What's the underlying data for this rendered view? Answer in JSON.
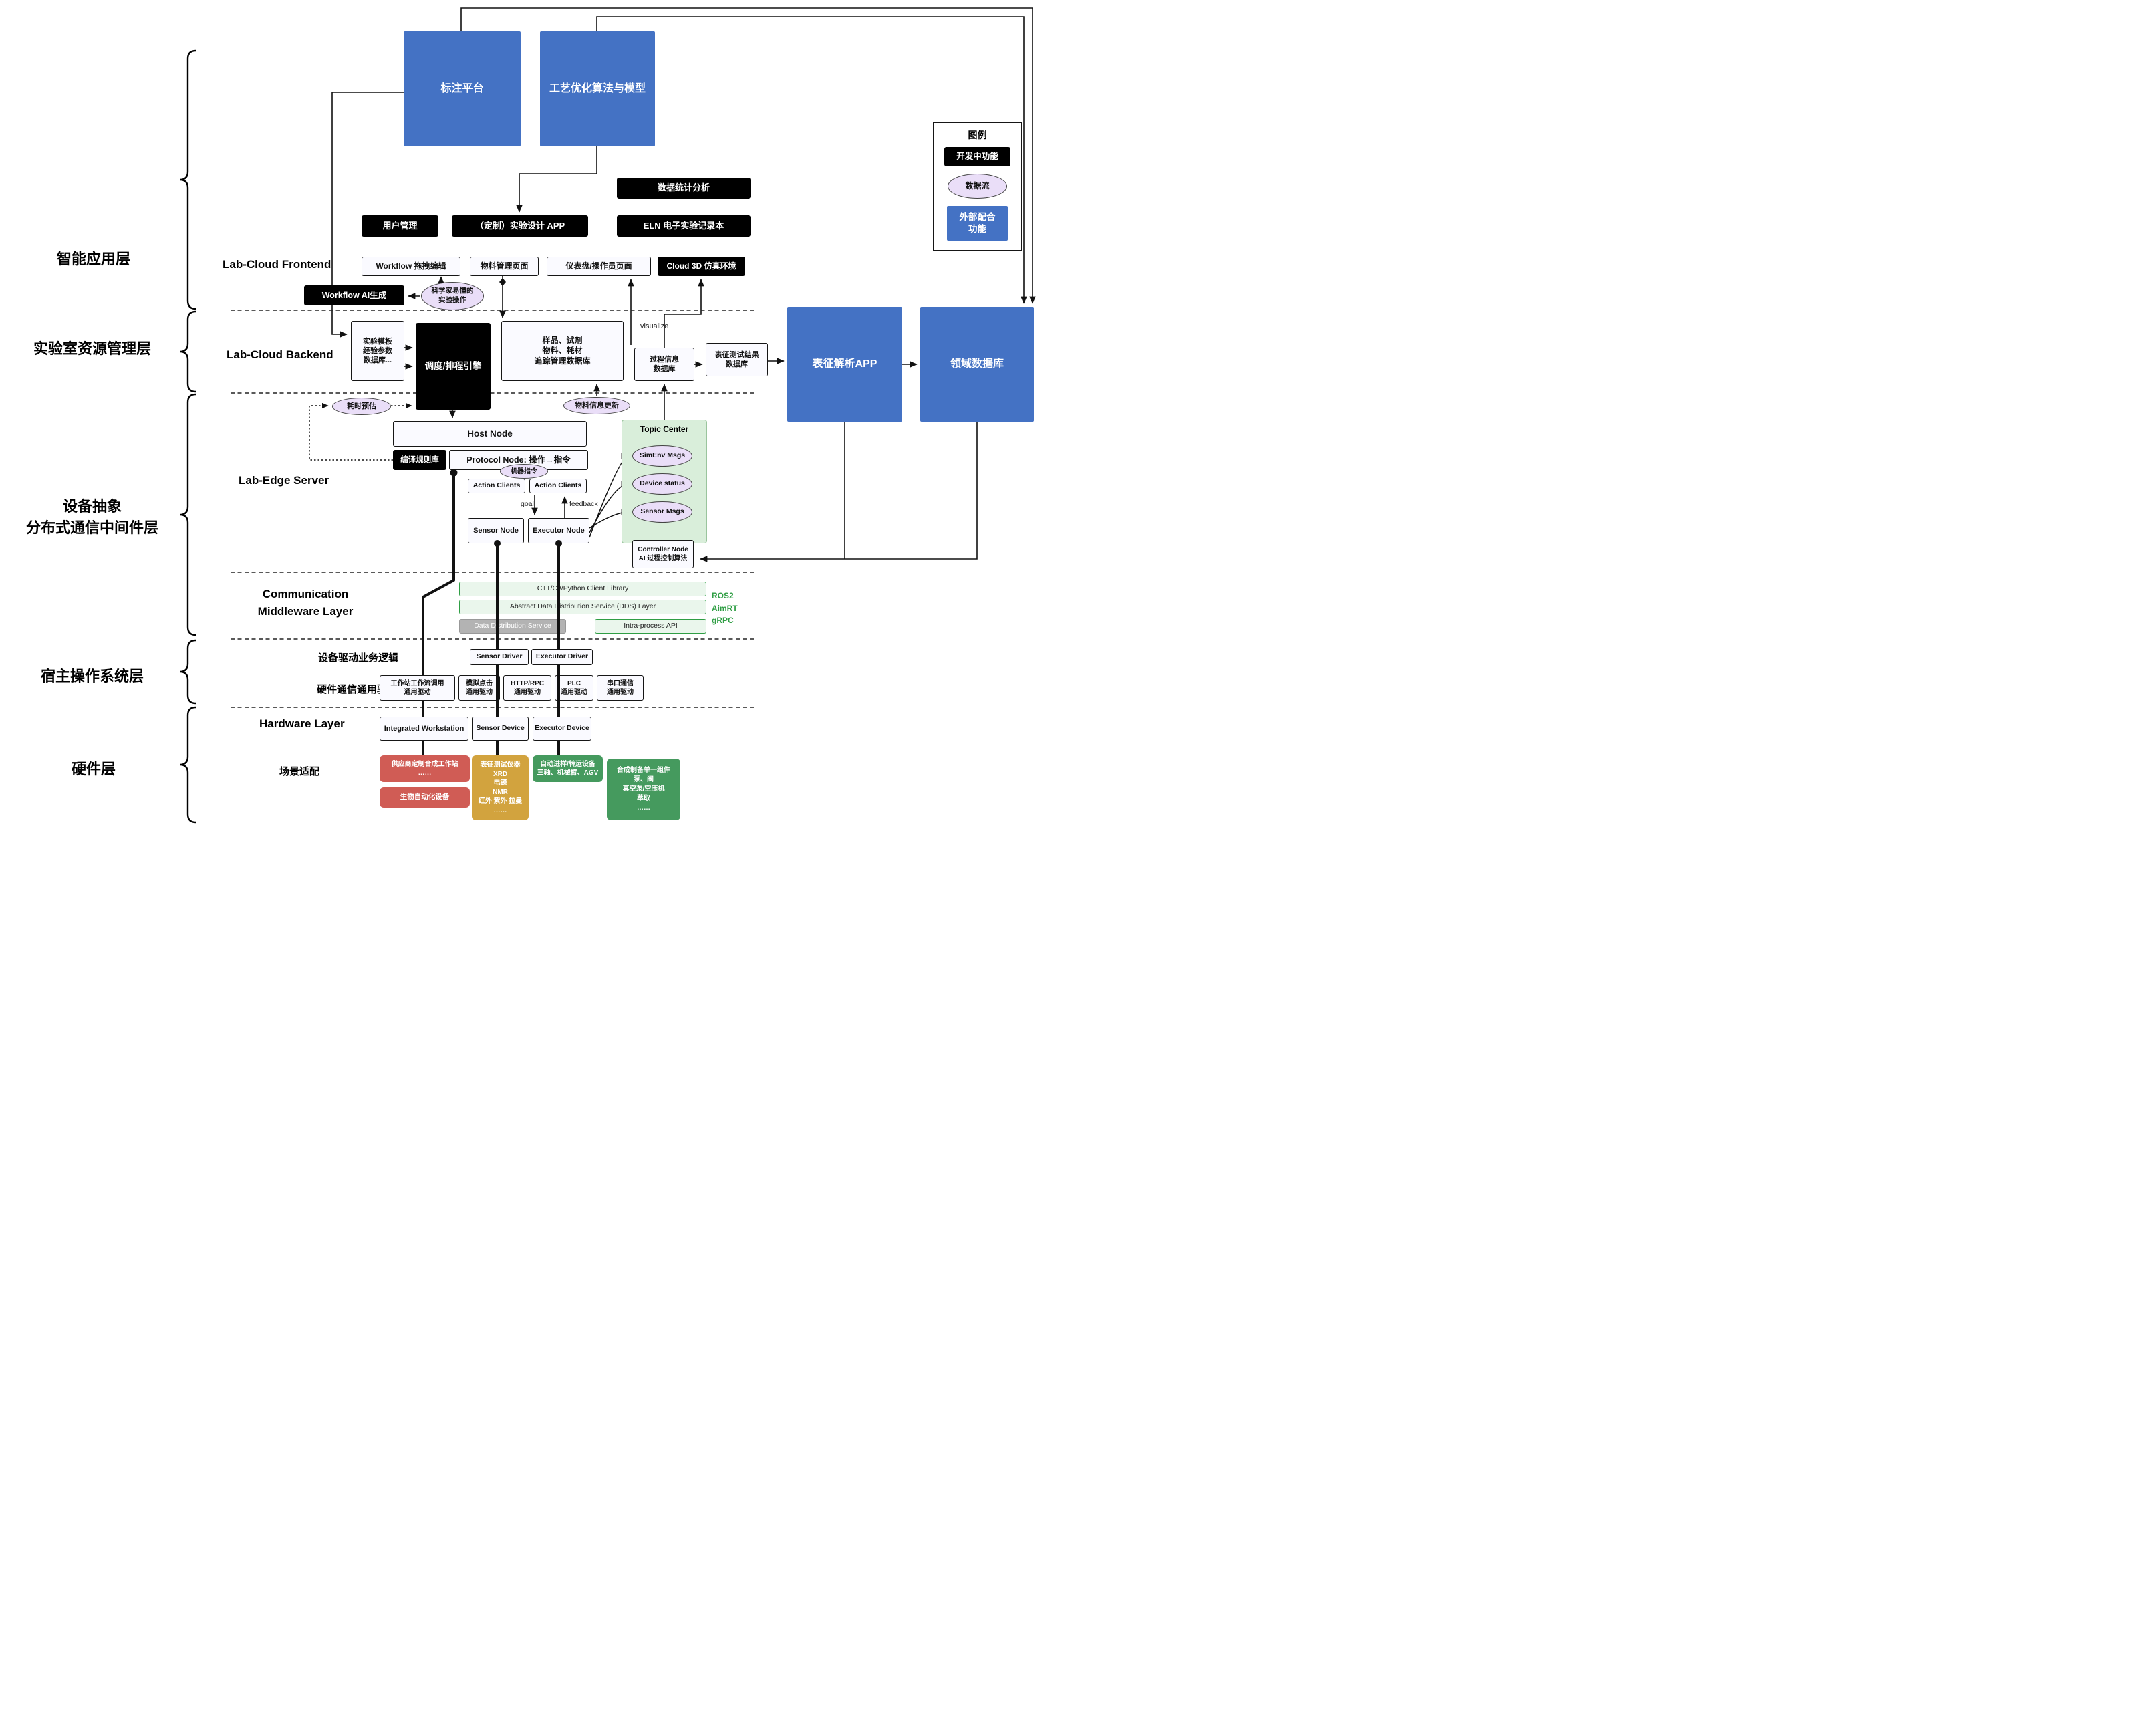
{
  "external": {
    "annotation_platform": "标注平台",
    "process_opt": "工艺优化算法与模型",
    "char_analysis_app": "表征解析APP",
    "domain_db": "领域数据库"
  },
  "legend": {
    "title": "图例",
    "dev": "开发中功能",
    "dataflow": "数据流",
    "external_fn": "外部配合\n功能"
  },
  "layer_labels": {
    "app": "智能应用层",
    "resource": "实验室资源管理层",
    "device": "设备抽象\n分布式通信中间件层",
    "host": "宿主操作系统层",
    "hardware": "硬件层"
  },
  "frontend": {
    "section": "Lab-Cloud Frontend",
    "stats": "数据统计分析",
    "user_mgmt": "用户管理",
    "custom_app": "（定制）实验设计 APP",
    "eln": "ELN 电子实验记录本",
    "workflow_edit": "Workflow 拖拽编辑",
    "material_page": "物料管理页面",
    "dashboard_page": "仪表盘/操作员页面",
    "cloud3d": "Cloud 3D 仿真环境",
    "workflow_ai": "Workflow AI生成",
    "sci_ops": "科学家易懂的\n实验操作"
  },
  "backend": {
    "section": "Lab-Cloud Backend",
    "template_db": "实验模板\n经验参数\n数据库...",
    "scheduler": "调度/排程引擎",
    "tracking_db": "样品、试剂\n物料、耗材\n追踪管理数据库",
    "process_db": "过程信息\n数据库",
    "char_result_db": "表征测试结果\n数据库",
    "visualize": "visualize",
    "time_estimate": "耗时预估",
    "material_update": "物料信息更新"
  },
  "edge": {
    "section": "Lab-Edge Server",
    "host_node": "Host Node",
    "compile_rules": "编译规则库",
    "protocol_node": "Protocol Node: 操作→指令",
    "machine_cmd": "机器指令",
    "action_clients_1": "Action Clients",
    "action_clients_2": "Action Clients",
    "goal": "goal",
    "feedback": "feedback",
    "sensor_node": "Sensor Node",
    "executor_node": "Executor Node",
    "topic_center": "Topic Center",
    "simenv_msgs": "SimEnv Msgs",
    "device_status": "Device status",
    "sensor_msgs": "Sensor Msgs",
    "controller": "Controller Node\nAI 过程控制算法"
  },
  "middleware": {
    "section": "Communication\nMiddleware Layer",
    "client_lib": "C++/C#/Python Client Library",
    "dds_layer": "Abstract Data Distribution Service (DDS) Layer",
    "dds": "Data Distribution Service",
    "intra_api": "Intra-process API",
    "stack": "ROS2\nAimRT\ngRPC"
  },
  "host_os": {
    "driver_logic": "设备驱动业务逻辑",
    "sensor_driver": "Sensor Driver",
    "executor_driver": "Executor Driver",
    "hw_driver": "硬件通信通用驱动",
    "drivers": [
      "工作站工作流调用\n通用驱动",
      "模拟点击\n通用驱动",
      "HTTP/RPC\n通用驱动",
      "PLC\n通用驱动",
      "串口通信\n通用驱动"
    ]
  },
  "hardware": {
    "section": "Hardware Layer",
    "scene": "场景适配",
    "workstation": "Integrated Workstation",
    "sensor_device": "Sensor Device",
    "executor_device": "Executor Device",
    "vendor_ws": "供应商定制合成工作站\n……",
    "bio": "生物自动化设备",
    "char_instruments": "表征测试仪器\nXRD\n电镜\nNMR\n红外 紫外 拉曼\n……",
    "transfer": "自动进样/转运设备\n三轴、机械臂、AGV",
    "components": "合成制备单一组件\n泵、阀\n真空泵/空压机\n萃取\n……"
  },
  "colors": {
    "blue": "#4472c4",
    "black": "#000000",
    "purple_flow": "#eadef8",
    "green_bar": "#eaf6ec",
    "green_area": "#d9eeda",
    "red_hw": "#d05c55",
    "yellow_hw": "#d2a33e",
    "green_hw": "#459a5e"
  }
}
